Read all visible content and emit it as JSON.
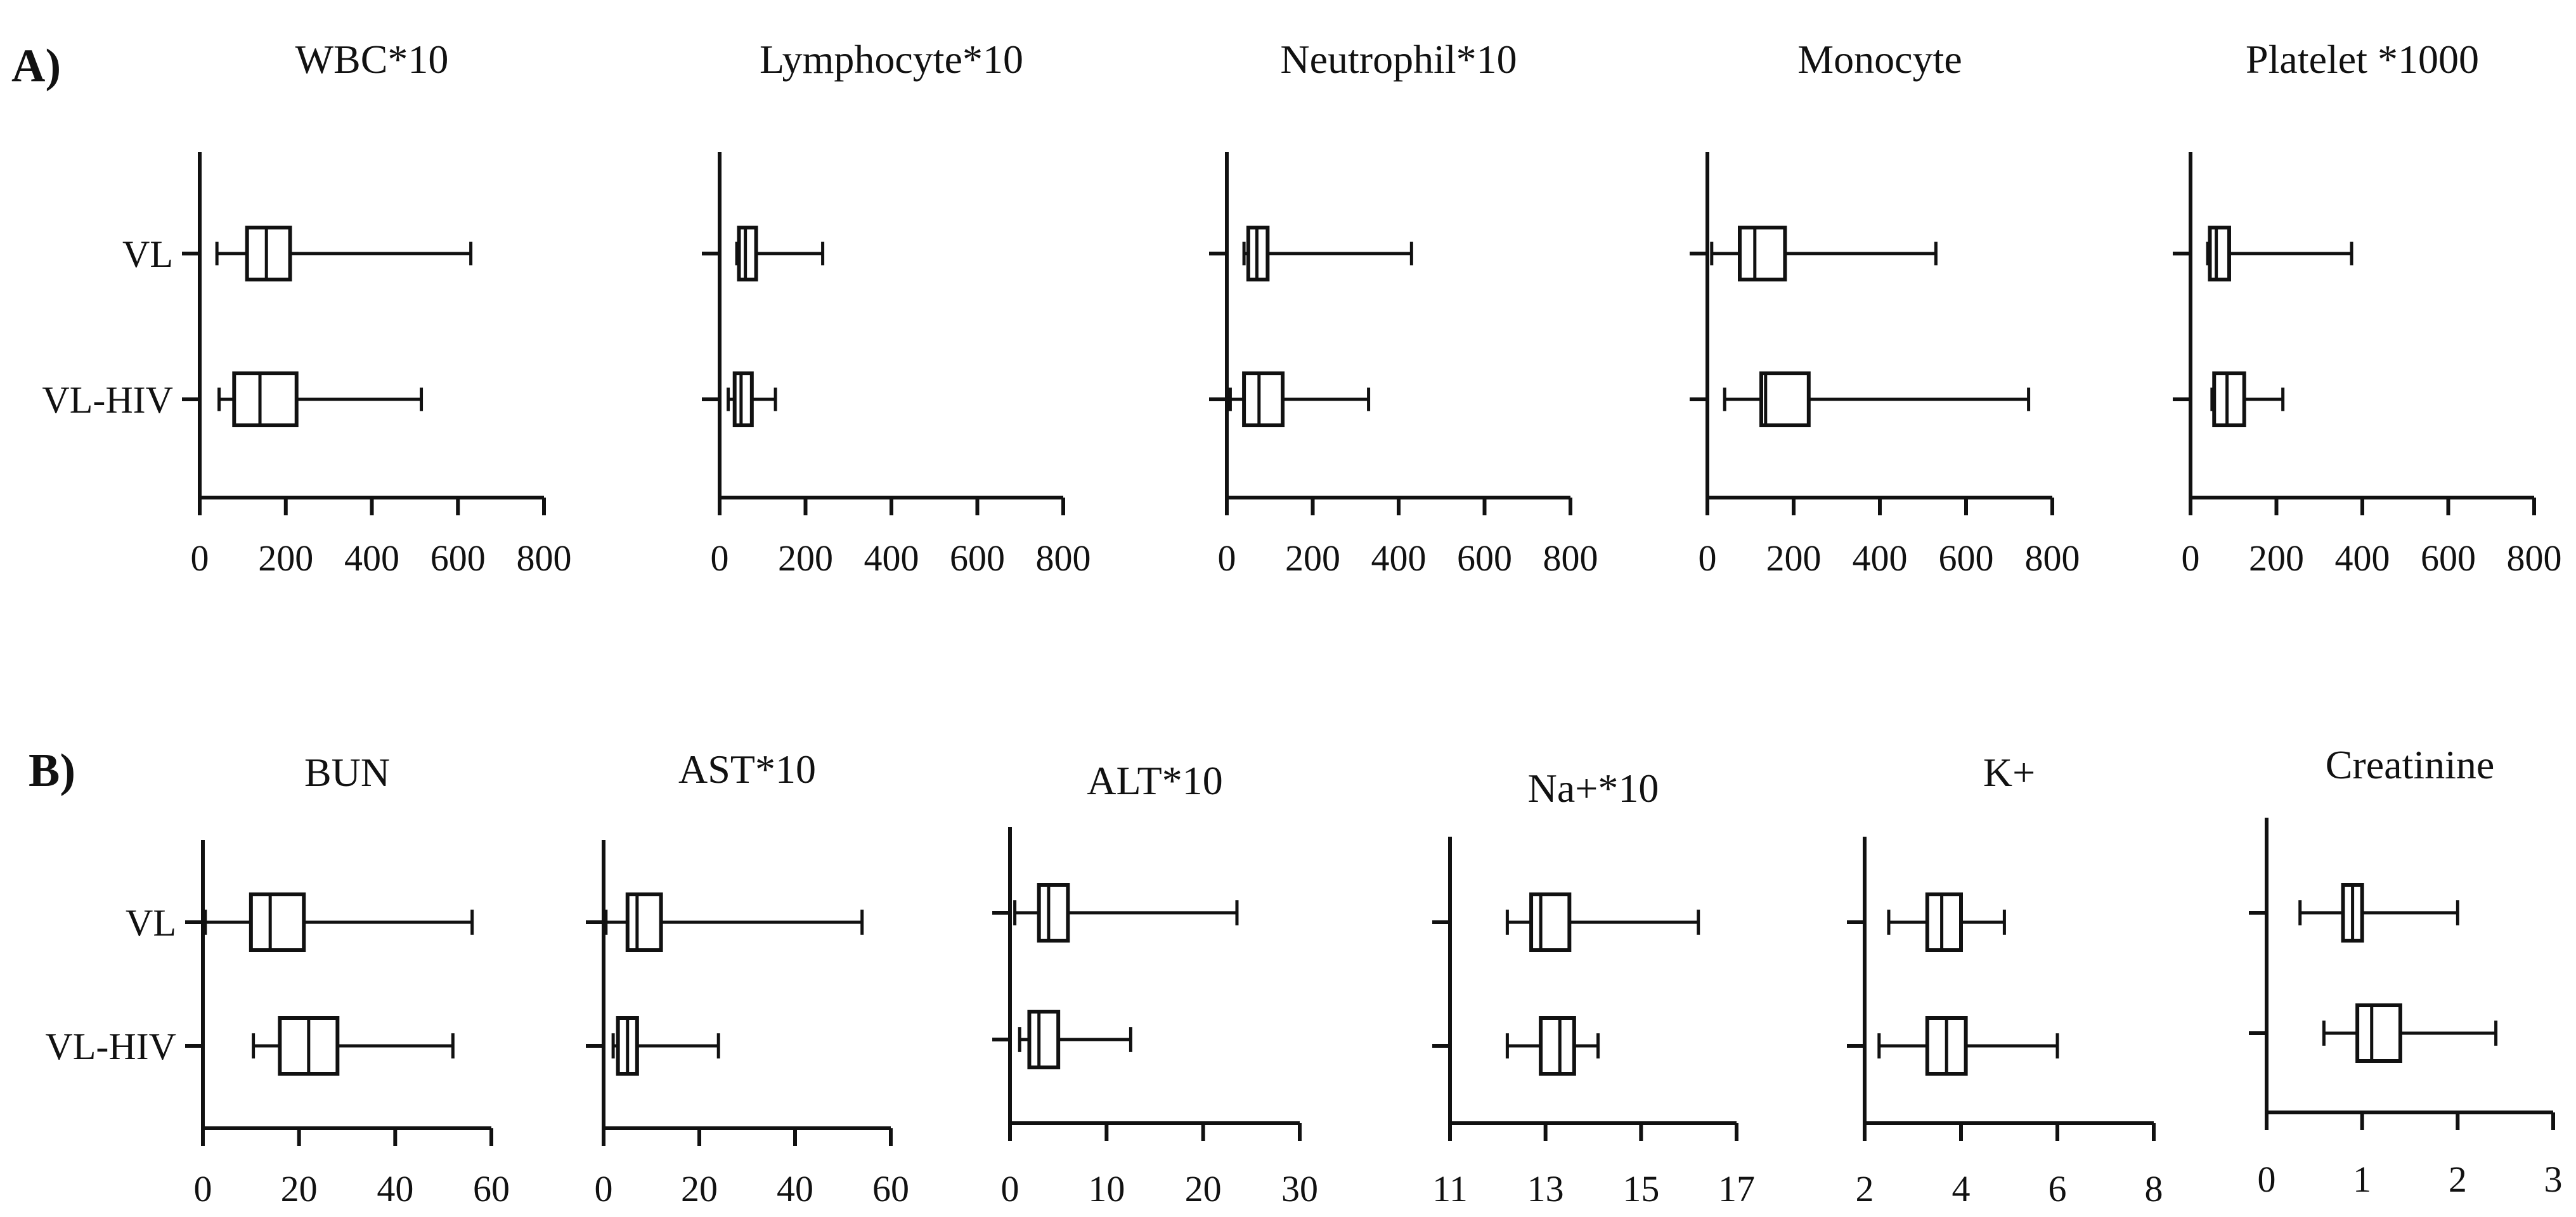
{
  "panels": {
    "A": {
      "label": "A)"
    },
    "B": {
      "label": "B)"
    }
  },
  "categories": [
    "VL",
    "VL-HIV"
  ],
  "chart_data": [
    {
      "type": "boxplot",
      "panel": "A",
      "title": "WBC*10",
      "orientation": "horizontal",
      "xlim": [
        0,
        800
      ],
      "xticks": [
        0,
        200,
        400,
        600,
        800
      ],
      "categories": [
        "VL",
        "VL-HIV"
      ],
      "show_category_labels": true,
      "series": [
        {
          "category": "VL",
          "min": 40,
          "q1": 110,
          "median": 155,
          "q3": 210,
          "max": 630
        },
        {
          "category": "VL-HIV",
          "min": 45,
          "q1": 80,
          "median": 140,
          "q3": 225,
          "max": 515
        }
      ]
    },
    {
      "type": "boxplot",
      "panel": "A",
      "title": "Lymphocyte*10",
      "orientation": "horizontal",
      "xlim": [
        0,
        800
      ],
      "xticks": [
        0,
        200,
        400,
        600,
        800
      ],
      "categories": [
        "VL",
        "VL-HIV"
      ],
      "show_category_labels": false,
      "series": [
        {
          "category": "VL",
          "min": 40,
          "q1": 45,
          "median": 60,
          "q3": 85,
          "max": 240
        },
        {
          "category": "VL-HIV",
          "min": 20,
          "q1": 35,
          "median": 50,
          "q3": 75,
          "max": 130
        }
      ]
    },
    {
      "type": "boxplot",
      "panel": "A",
      "title": "Neutrophil*10",
      "orientation": "horizontal",
      "xlim": [
        0,
        800
      ],
      "xticks": [
        0,
        200,
        400,
        600,
        800
      ],
      "categories": [
        "VL",
        "VL-HIV"
      ],
      "show_category_labels": false,
      "series": [
        {
          "category": "VL",
          "min": 40,
          "q1": 50,
          "median": 70,
          "q3": 95,
          "max": 430
        },
        {
          "category": "VL-HIV",
          "min": 8,
          "q1": 40,
          "median": 75,
          "q3": 130,
          "max": 330
        }
      ]
    },
    {
      "type": "boxplot",
      "panel": "A",
      "title": "Monocyte",
      "orientation": "horizontal",
      "xlim": [
        0,
        800
      ],
      "xticks": [
        0,
        200,
        400,
        600,
        800
      ],
      "categories": [
        "VL",
        "VL-HIV"
      ],
      "show_category_labels": false,
      "series": [
        {
          "category": "VL",
          "min": 10,
          "q1": 75,
          "median": 110,
          "q3": 180,
          "max": 530
        },
        {
          "category": "VL-HIV",
          "min": 40,
          "q1": 125,
          "median": 135,
          "q3": 235,
          "max": 745
        }
      ]
    },
    {
      "type": "boxplot",
      "panel": "A",
      "title": "Platelet *1000",
      "orientation": "horizontal",
      "xlim": [
        0,
        800
      ],
      "xticks": [
        0,
        200,
        400,
        600,
        800
      ],
      "categories": [
        "VL",
        "VL-HIV"
      ],
      "show_category_labels": false,
      "series": [
        {
          "category": "VL",
          "min": 40,
          "q1": 45,
          "median": 60,
          "q3": 90,
          "max": 375
        },
        {
          "category": "VL-HIV",
          "min": 50,
          "q1": 55,
          "median": 85,
          "q3": 125,
          "max": 215
        }
      ]
    },
    {
      "type": "boxplot",
      "panel": "B",
      "title": "BUN",
      "orientation": "horizontal",
      "xlim": [
        0,
        60
      ],
      "xticks": [
        0,
        20,
        40,
        60
      ],
      "categories": [
        "VL",
        "VL-HIV"
      ],
      "show_category_labels": true,
      "series": [
        {
          "category": "VL",
          "min": 0.5,
          "q1": 10,
          "median": 14,
          "q3": 21,
          "max": 56
        },
        {
          "category": "VL-HIV",
          "min": 10.5,
          "q1": 16,
          "median": 22,
          "q3": 28,
          "max": 52
        }
      ]
    },
    {
      "type": "boxplot",
      "panel": "B",
      "title": "AST*10",
      "orientation": "horizontal",
      "xlim": [
        0,
        60
      ],
      "xticks": [
        0,
        20,
        40,
        60
      ],
      "categories": [
        "VL",
        "VL-HIV"
      ],
      "show_category_labels": false,
      "series": [
        {
          "category": "VL",
          "min": 0.5,
          "q1": 5,
          "median": 7,
          "q3": 12,
          "max": 54
        },
        {
          "category": "VL-HIV",
          "min": 2,
          "q1": 3,
          "median": 5,
          "q3": 7,
          "max": 24
        }
      ]
    },
    {
      "type": "boxplot",
      "panel": "B",
      "title": "ALT*10",
      "orientation": "horizontal",
      "xlim": [
        0,
        30
      ],
      "xticks": [
        0,
        10,
        20,
        30
      ],
      "categories": [
        "VL",
        "VL-HIV"
      ],
      "show_category_labels": false,
      "series": [
        {
          "category": "VL",
          "min": 0.5,
          "q1": 3,
          "median": 4,
          "q3": 6,
          "max": 23.5
        },
        {
          "category": "VL-HIV",
          "min": 1,
          "q1": 2,
          "median": 3,
          "q3": 5,
          "max": 12.5
        }
      ]
    },
    {
      "type": "boxplot",
      "panel": "B",
      "title": "Na+*10",
      "orientation": "horizontal",
      "xlim": [
        11,
        17
      ],
      "xticks": [
        11,
        13,
        15,
        17
      ],
      "categories": [
        "VL",
        "VL-HIV"
      ],
      "show_category_labels": false,
      "series": [
        {
          "category": "VL",
          "min": 12.2,
          "q1": 12.7,
          "median": 12.9,
          "q3": 13.5,
          "max": 16.2
        },
        {
          "category": "VL-HIV",
          "min": 12.2,
          "q1": 12.9,
          "median": 13.3,
          "q3": 13.6,
          "max": 14.1
        }
      ]
    },
    {
      "type": "boxplot",
      "panel": "B",
      "title": "K+",
      "orientation": "horizontal",
      "xlim": [
        2,
        8
      ],
      "xticks": [
        2,
        4,
        6,
        8
      ],
      "categories": [
        "VL",
        "VL-HIV"
      ],
      "show_category_labels": false,
      "series": [
        {
          "category": "VL",
          "min": 2.5,
          "q1": 3.3,
          "median": 3.6,
          "q3": 4.0,
          "max": 4.9
        },
        {
          "category": "VL-HIV",
          "min": 2.3,
          "q1": 3.3,
          "median": 3.7,
          "q3": 4.1,
          "max": 6.0
        }
      ]
    },
    {
      "type": "boxplot",
      "panel": "B",
      "title": "Creatinine",
      "orientation": "horizontal",
      "xlim": [
        0,
        3
      ],
      "xticks": [
        0,
        1,
        2,
        3
      ],
      "categories": [
        "VL",
        "VL-HIV"
      ],
      "show_category_labels": false,
      "series": [
        {
          "category": "VL",
          "min": 0.35,
          "q1": 0.8,
          "median": 0.9,
          "q3": 1.0,
          "max": 2.0
        },
        {
          "category": "VL-HIV",
          "min": 0.6,
          "q1": 0.95,
          "median": 1.1,
          "q3": 1.4,
          "max": 2.4
        }
      ]
    }
  ]
}
